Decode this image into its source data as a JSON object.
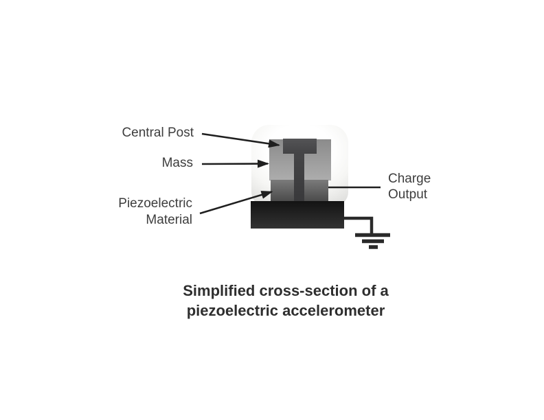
{
  "figure": {
    "labels": {
      "central_post": "Central Post",
      "mass": "Mass",
      "piezoelectric_line1": "Piezoelectric",
      "piezoelectric_line2": "Material",
      "charge_output_line1": "Charge",
      "charge_output_line2": "Output"
    },
    "caption": {
      "line1": "Simplified cross-section of a",
      "line2": "piezoelectric accelerometer"
    },
    "colors": {
      "background": "#ffffff",
      "annotation_ink": "#1f1f1f",
      "label_text": "#3d3d3d",
      "caption_text": "#2e2e2e",
      "housing_highlight": "#ffffff",
      "housing_shade": "#cfcfcd",
      "mass_top": "#8b8b8b",
      "mass_bottom": "#adadad",
      "central_post": "#434345",
      "piezo_top": "#7b7b7b",
      "piezo_bottom": "#4b4b4b",
      "base_top": "#131313",
      "base_bottom": "#333333"
    }
  }
}
